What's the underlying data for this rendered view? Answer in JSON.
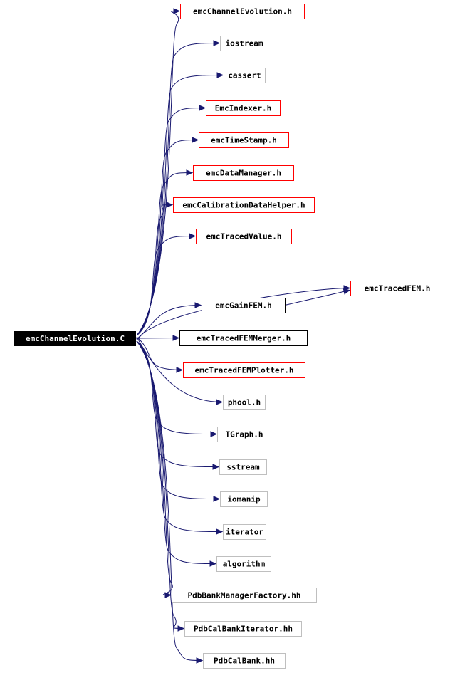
{
  "source": {
    "label": "emcChannelEvolution.C"
  },
  "colors": {
    "edge": "#191970",
    "source_fill": "#000000",
    "source_text": "#ffffff",
    "local_border": "#ff0000",
    "plain_border": "#000000",
    "system_border": "#bfbfbf"
  },
  "nodes": [
    {
      "id": "n1",
      "label": "emcChannelEvolution.h",
      "style": "local"
    },
    {
      "id": "n2",
      "label": "iostream",
      "style": "system"
    },
    {
      "id": "n3",
      "label": "cassert",
      "style": "system"
    },
    {
      "id": "n4",
      "label": "EmcIndexer.h",
      "style": "local"
    },
    {
      "id": "n5",
      "label": "emcTimeStamp.h",
      "style": "local"
    },
    {
      "id": "n6",
      "label": "emcDataManager.h",
      "style": "local"
    },
    {
      "id": "n7",
      "label": "emcCalibrationDataHelper.h",
      "style": "local"
    },
    {
      "id": "n8",
      "label": "emcTracedValue.h",
      "style": "local"
    },
    {
      "id": "n9",
      "label": "emcTracedFEM.h",
      "style": "local"
    },
    {
      "id": "n10",
      "label": "emcGainFEM.h",
      "style": "plain"
    },
    {
      "id": "n11",
      "label": "emcTracedFEMMerger.h",
      "style": "plain"
    },
    {
      "id": "n12",
      "label": "emcTracedFEMPlotter.h",
      "style": "local"
    },
    {
      "id": "n13",
      "label": "phool.h",
      "style": "system"
    },
    {
      "id": "n14",
      "label": "TGraph.h",
      "style": "system"
    },
    {
      "id": "n15",
      "label": "sstream",
      "style": "system"
    },
    {
      "id": "n16",
      "label": "iomanip",
      "style": "system"
    },
    {
      "id": "n17",
      "label": "iterator",
      "style": "system"
    },
    {
      "id": "n18",
      "label": "algorithm",
      "style": "system"
    },
    {
      "id": "n19",
      "label": "PdbBankManagerFactory.hh",
      "style": "system"
    },
    {
      "id": "n20",
      "label": "PdbCalBankIterator.hh",
      "style": "system"
    },
    {
      "id": "n21",
      "label": "PdbCalBank.hh",
      "style": "system"
    }
  ],
  "edges": [
    {
      "from": "src",
      "to": "n1"
    },
    {
      "from": "src",
      "to": "n2"
    },
    {
      "from": "src",
      "to": "n3"
    },
    {
      "from": "src",
      "to": "n4"
    },
    {
      "from": "src",
      "to": "n5"
    },
    {
      "from": "src",
      "to": "n6"
    },
    {
      "from": "src",
      "to": "n7"
    },
    {
      "from": "src",
      "to": "n8"
    },
    {
      "from": "src",
      "to": "n9"
    },
    {
      "from": "src",
      "to": "n10"
    },
    {
      "from": "n10",
      "to": "n9"
    },
    {
      "from": "src",
      "to": "n11"
    },
    {
      "from": "src",
      "to": "n12"
    },
    {
      "from": "src",
      "to": "n13"
    },
    {
      "from": "src",
      "to": "n14"
    },
    {
      "from": "src",
      "to": "n15"
    },
    {
      "from": "src",
      "to": "n16"
    },
    {
      "from": "src",
      "to": "n17"
    },
    {
      "from": "src",
      "to": "n18"
    },
    {
      "from": "src",
      "to": "n19"
    },
    {
      "from": "src",
      "to": "n20"
    },
    {
      "from": "src",
      "to": "n21"
    }
  ]
}
